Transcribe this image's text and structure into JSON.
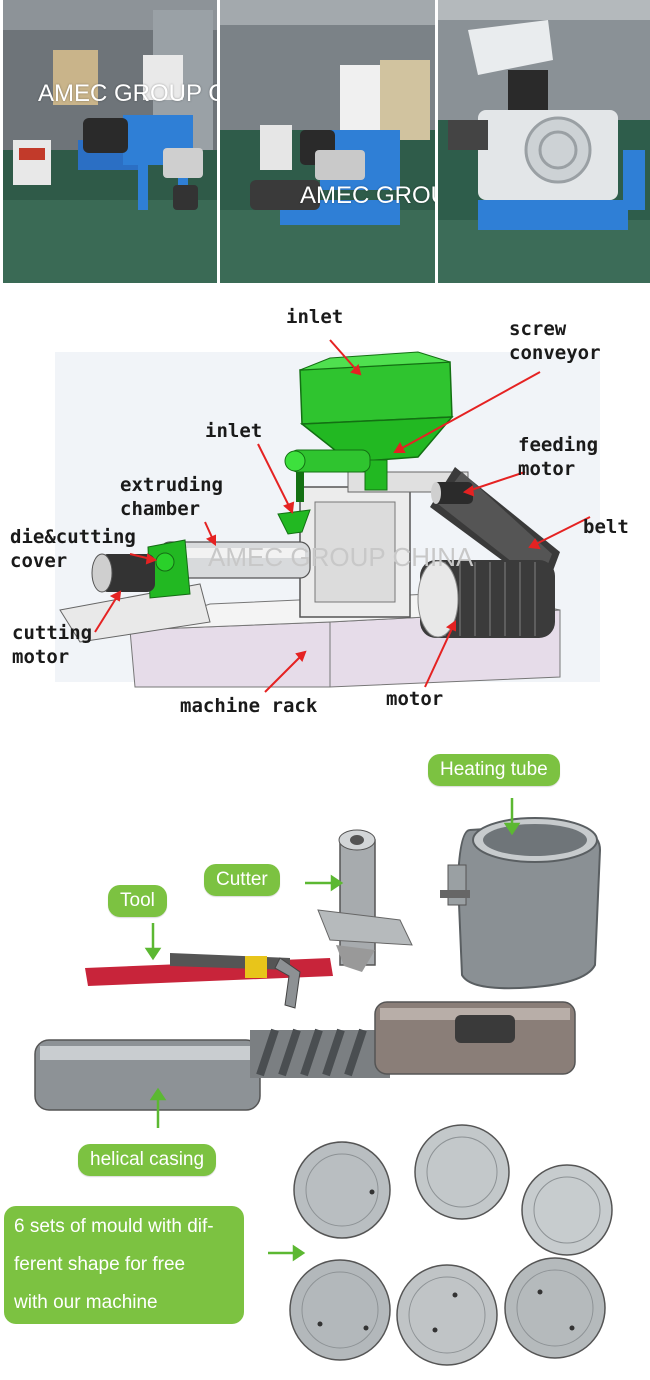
{
  "watermarks": {
    "photo1": "AMEC GROUP CHINA",
    "photo2": "AMEC GROUP CHINA",
    "diagram": "AMEC GROUP CHINA"
  },
  "diagram_labels": {
    "inlet_top": "inlet",
    "screw_conveyor_1": "screw",
    "screw_conveyor_2": "conveyor",
    "inlet_mid": "inlet",
    "feeding_motor_1": "feeding",
    "feeding_motor_2": "motor",
    "extruding_chamber_1": "extruding",
    "extruding_chamber_2": "chamber",
    "belt": "belt",
    "die_cutting_cover_1": "die&cutting",
    "die_cutting_cover_2": "cover",
    "cutting_motor_1": "cutting",
    "cutting_motor_2": "motor",
    "machine_rack": "machine rack",
    "motor": "motor"
  },
  "parts_labels": {
    "heating_tube": "Heating tube",
    "cutter": "Cutter",
    "tool": "Tool",
    "helical_casing": "helical casing",
    "mould_lines": [
      "6 sets of mould with dif-",
      "ferent shape for free",
      "with our machine"
    ]
  },
  "colors": {
    "label_green": "#7cc241",
    "hopper_green": "#22b822",
    "arrow_red": "#e52222",
    "machine_blue": "#2f7fd6"
  }
}
